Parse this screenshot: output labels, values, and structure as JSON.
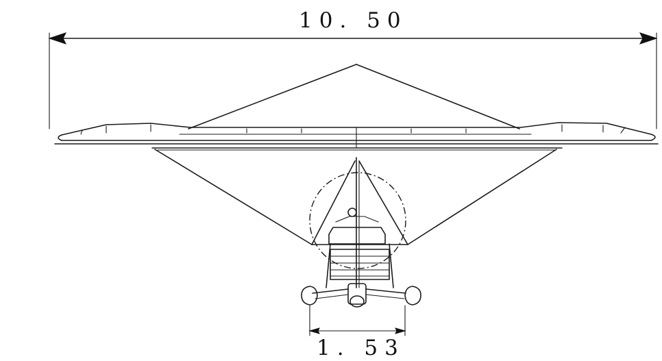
{
  "drawing": {
    "view": "front",
    "span_dimension": "10. 50",
    "track_dimension": "1. 53",
    "ink_color": "#1a1a1a",
    "background_color": "#ffffff"
  }
}
